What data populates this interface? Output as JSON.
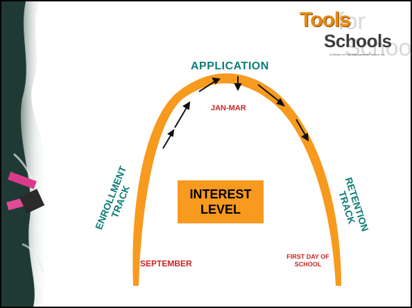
{
  "logo": {
    "word1": "Tools",
    "word2": "for",
    "word3": "Schools",
    "tagline": "A Division of Park Management Partners, Inc."
  },
  "labels": {
    "application": "APPLICATION",
    "peak": "JAN-MAR",
    "left_base": "SEPTEMBER",
    "right_base": "FIRST DAY OF SCHOOL",
    "center_line1": "INTEREST",
    "center_line2": "LEVEL",
    "left_track_line1": "ENROLLMENT",
    "left_track_line2": "TRACK",
    "right_track_line1": "RETENTION",
    "right_track_line2": "TRACK"
  },
  "colors": {
    "arc": "#f79a1e",
    "accent_text": "#0b7d77",
    "date_text": "#cc2222",
    "box_fill": "#f79a1e"
  }
}
